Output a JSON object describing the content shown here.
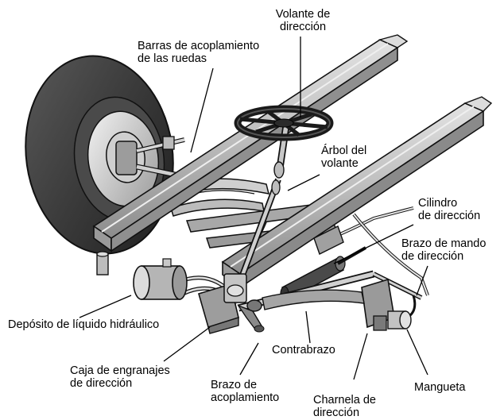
{
  "labels": {
    "volante": [
      "Volante de",
      "dirección"
    ],
    "barras": [
      "Barras de acoplamiento",
      "de las ruedas"
    ],
    "arbol": [
      "Árbol del",
      "volante"
    ],
    "cilindro": [
      "Cilindro",
      "de dirección"
    ],
    "brazo_mando": [
      "Brazo de mando",
      "de dirección"
    ],
    "deposito": [
      "Depósito de líquido hidráulico"
    ],
    "caja": [
      "Caja de engranajes",
      "de dirección"
    ],
    "contrabrazo": [
      "Contrabrazo"
    ],
    "brazo_acopl": [
      "Brazo de",
      "acoplamiento"
    ],
    "charnela": [
      "Charnela de",
      "dirección"
    ],
    "mangueta": [
      "Mangueta"
    ]
  },
  "colors": {
    "frame": "#b8b8b8",
    "frame_dark": "#7a7a7a",
    "tire": "#3a3a3a",
    "outline": "#111111"
  }
}
